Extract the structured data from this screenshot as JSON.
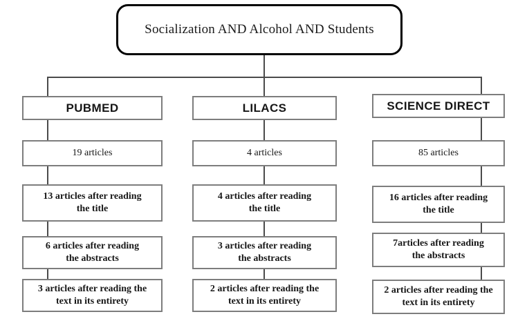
{
  "diagram": {
    "title": "Socialization AND Alcohol AND Students",
    "root": {
      "label": "Socialization AND Alcohol AND Students"
    },
    "columns": [
      {
        "key": "pubmed",
        "header": "PUBMED",
        "steps": [
          {
            "label": "19 articles"
          },
          {
            "label": "13 articles after reading\nthe title"
          },
          {
            "label": "6 articles after reading\nthe abstracts"
          },
          {
            "label": "3 articles after reading the\ntext in its entirety"
          }
        ]
      },
      {
        "key": "lilacs",
        "header": "LILACS",
        "steps": [
          {
            "label": "4  articles"
          },
          {
            "label": "4 articles after reading\nthe title"
          },
          {
            "label": "3  articles after reading\nthe abstracts"
          },
          {
            "label": "2 articles after reading the\ntext in its entirety"
          }
        ]
      },
      {
        "key": "science-direct",
        "header": "SCIENCE DIRECT",
        "steps": [
          {
            "label": "85 articles"
          },
          {
            "label": "16 articles after reading\nthe title"
          },
          {
            "label": "7articles after reading\nthe abstracts"
          },
          {
            "label": "2 articles after reading the\ntext in its entirety"
          }
        ]
      }
    ],
    "colors": {
      "box_border": "#7d7d7d",
      "root_border": "#000000",
      "connector": "#4a4a4a",
      "text": "#161616",
      "background": "#ffffff"
    }
  }
}
